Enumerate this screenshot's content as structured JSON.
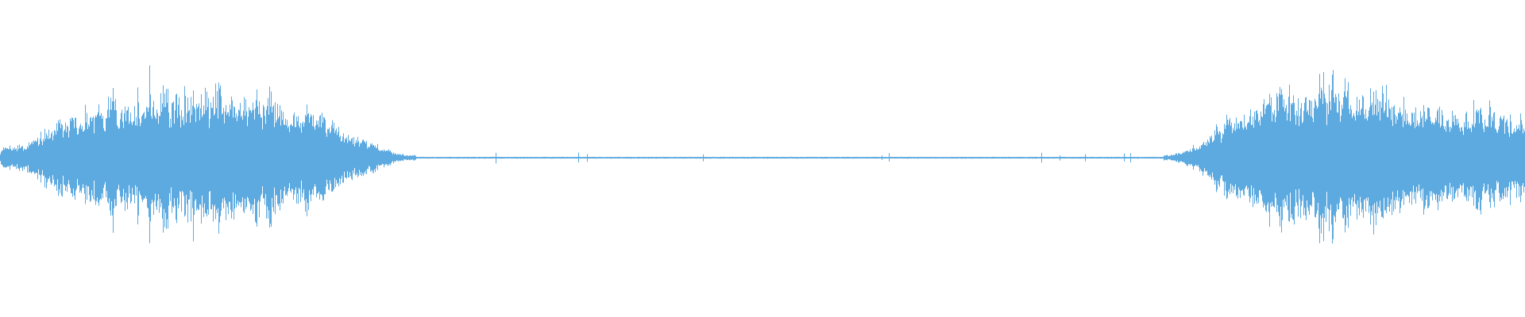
{
  "waveform": {
    "color": "#5DAAE0",
    "background": "#FFFFFF",
    "peak_envelope": [
      0.07,
      0.12,
      0.2,
      0.3,
      0.4,
      0.45,
      0.5,
      0.55,
      0.58,
      0.6,
      0.62,
      0.58,
      0.6,
      0.56,
      0.55,
      0.5,
      0.45,
      0.35,
      0.25,
      0.15,
      0.08,
      0.03,
      0.012,
      0.01,
      0.01,
      0.01,
      0.01,
      0.01,
      0.01,
      0.01,
      0.01,
      0.01,
      0.01,
      0.01,
      0.01,
      0.01,
      0.01,
      0.01,
      0.01,
      0.01,
      0.01,
      0.01,
      0.01,
      0.01,
      0.01,
      0.01,
      0.01,
      0.01,
      0.01,
      0.01,
      0.01,
      0.01,
      0.01,
      0.01,
      0.01,
      0.01,
      0.01,
      0.01,
      0.01,
      0.01,
      0.012,
      0.04,
      0.12,
      0.25,
      0.4,
      0.52,
      0.58,
      0.62,
      0.66,
      0.68,
      0.68,
      0.62,
      0.55,
      0.52,
      0.48,
      0.45,
      0.44,
      0.42,
      0.42,
      0.44
    ]
  }
}
